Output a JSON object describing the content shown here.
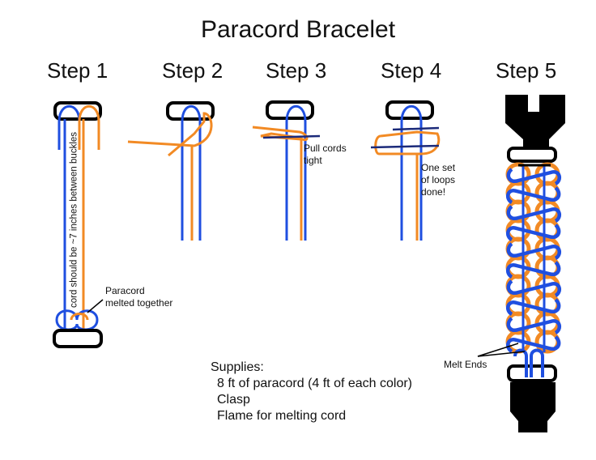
{
  "title": "Paracord Bracelet",
  "steps": [
    "Step 1",
    "Step 2",
    "Step 3",
    "Step 4",
    "Step 5"
  ],
  "annotations": {
    "length": "cord should be ~7 inches between buckles",
    "melted_1": "Paracord",
    "melted_2": "melted together",
    "pull_1": "Pull cords",
    "pull_2": "tight",
    "done_1": "One set",
    "done_2": "of loops",
    "done_3": "done!",
    "melt_ends": "Melt Ends"
  },
  "supplies": {
    "heading": "Supplies:",
    "items": [
      "8 ft of paracord (4 ft of each color)",
      "Clasp",
      "Flame for melting cord"
    ]
  },
  "colors": {
    "blue": "#1f4fe0",
    "orange": "#f28a24",
    "navy": "#1b2a7a",
    "black": "#000000"
  }
}
